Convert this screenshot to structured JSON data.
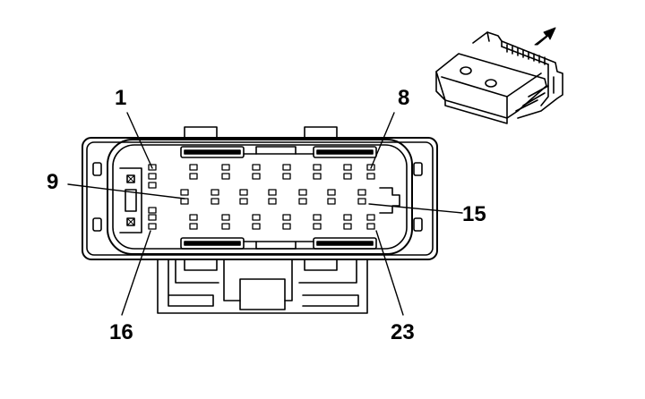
{
  "pin_labels": {
    "pin_1": "1",
    "pin_8": "8",
    "pin_9": "9",
    "pin_15": "15",
    "pin_16": "16",
    "pin_23": "23"
  },
  "colors": {
    "line": "#000000",
    "background": "#ffffff"
  },
  "icons": {
    "direction_arrow": "arrow-up-right-icon"
  }
}
